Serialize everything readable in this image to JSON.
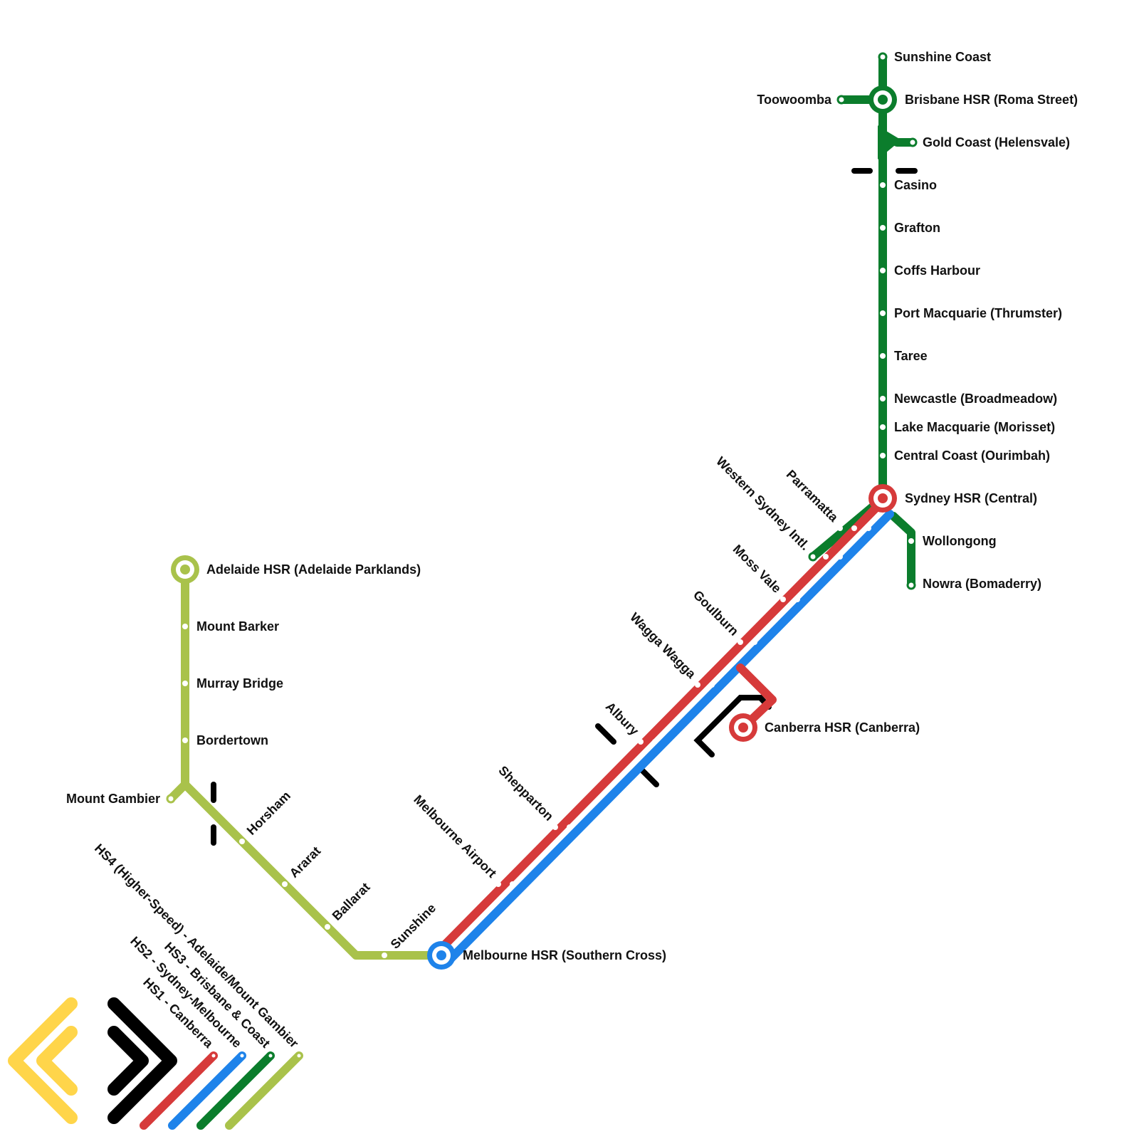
{
  "colors": {
    "hs1": "#d63a3a",
    "hs2": "#1e83ea",
    "hs3": "#0b7d2c",
    "hs4": "#a9c24b",
    "border": "#000000",
    "logo_yellow": "#ffd54a",
    "logo_black": "#000000"
  },
  "legend": {
    "hs1": "HS1 - Canberra",
    "hs2": "HS2 - Sydney-Melbourne",
    "hs3": "HS3 - Brisbane & Coast",
    "hs4": "HS4 (Higher-Speed) - Adelaide/Mount Gambier"
  },
  "stations": {
    "sunshine_coast": "Sunshine Coast",
    "toowoomba": "Toowoomba",
    "brisbane": "Brisbane HSR (Roma Street)",
    "gold_coast": "Gold Coast (Helensvale)",
    "casino": "Casino",
    "grafton": "Grafton",
    "coffs_harbour": "Coffs Harbour",
    "port_macquarie": "Port Macquarie (Thrumster)",
    "taree": "Taree",
    "newcastle": "Newcastle (Broadmeadow)",
    "lake_macquarie": "Lake Macquarie (Morisset)",
    "central_coast": "Central Coast (Ourimbah)",
    "sydney": "Sydney HSR (Central)",
    "parramatta": "Parramatta",
    "western_sydney": "Western Sydney Intl.",
    "wollongong": "Wollongong",
    "nowra": "Nowra (Bomaderry)",
    "moss_vale": "Moss Vale",
    "goulburn": "Goulburn",
    "wagga_wagga": "Wagga Wagga",
    "canberra": "Canberra HSR (Canberra)",
    "albury": "Albury",
    "shepparton": "Shepparton",
    "melbourne_airport": "Melbourne Airport",
    "melbourne": "Melbourne HSR (Southern Cross)",
    "sunshine": "Sunshine",
    "ballarat": "Ballarat",
    "ararat": "Ararat",
    "horsham": "Horsham",
    "mount_gambier": "Mount Gambier",
    "bordertown": "Bordertown",
    "murray_bridge": "Murray Bridge",
    "mount_barker": "Mount Barker",
    "adelaide": "Adelaide HSR (Adelaide Parklands)"
  }
}
